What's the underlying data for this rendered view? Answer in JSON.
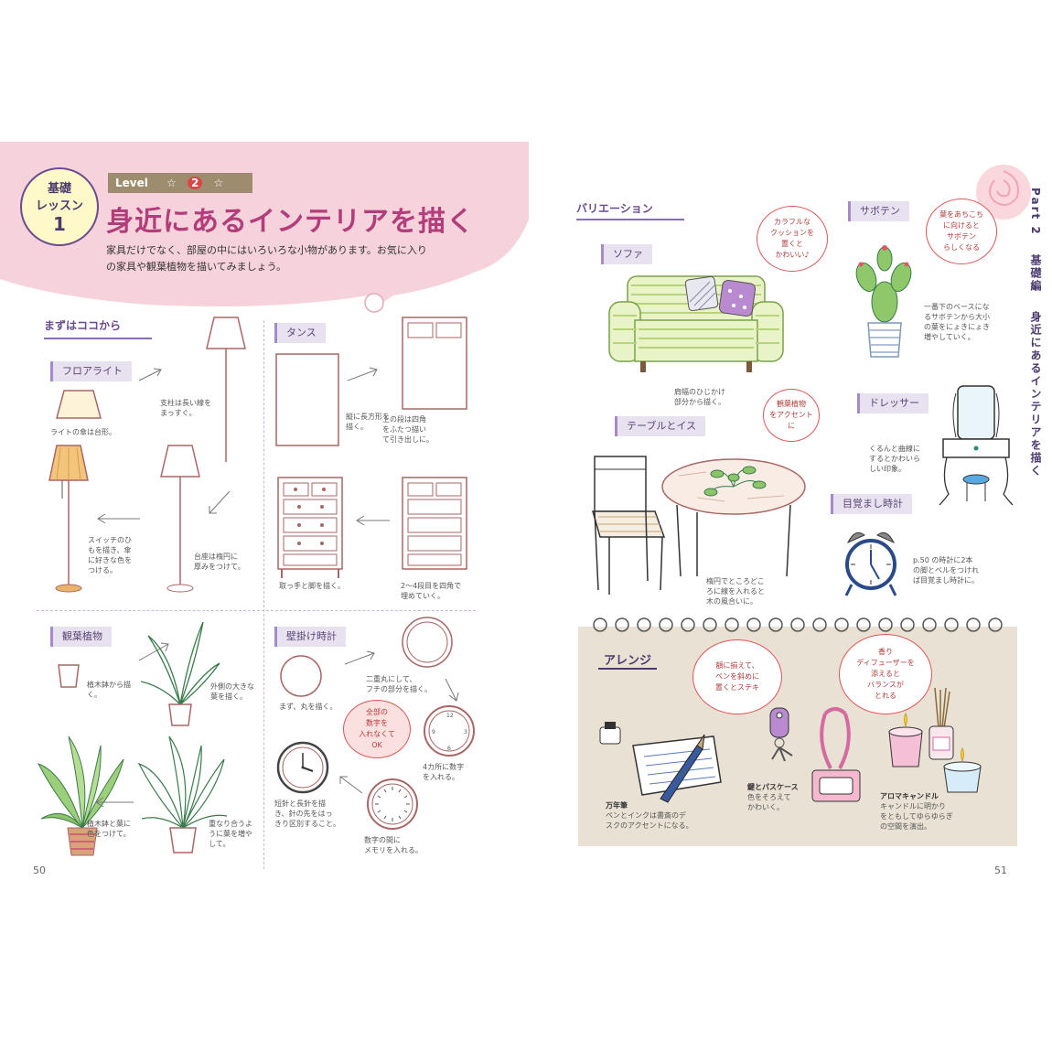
{
  "left": {
    "badge": {
      "line1": "基礎",
      "line2": "レッスン",
      "num": "1"
    },
    "level": {
      "label": "Level",
      "stars": [
        "☆",
        "2",
        "☆"
      ]
    },
    "title": "身近にあるインテリアを描く",
    "intro1": "家具だけでなく、部屋の中にはいろいろな小物があります。お気に入り",
    "intro2": "の家具や観葉植物を描いてみましょう。",
    "start_tag": "まずはココから",
    "floorlight": {
      "label": "フロアライト",
      "n1": "ライトの傘は台形。",
      "n2a": "支柱は長い線を",
      "n2b": "まっすぐ。",
      "n3a": "台座は楕円に",
      "n3b": "厚みをつけて。",
      "n4a": "スイッチのひ",
      "n4b": "もを描き、傘",
      "n4c": "に好きな色を",
      "n4d": "つける。"
    },
    "tansu": {
      "label": "タンス",
      "n1a": "縦に長方形を",
      "n1b": "描く。",
      "n2a": "上の段は四角",
      "n2b": "をふたつ描い",
      "n2c": "て引き出しに。",
      "n3a": "2〜4段目を四角で",
      "n3b": "埋めていく。",
      "n4": "取っ手と脚を描く。"
    },
    "plant": {
      "label": "観葉植物",
      "n1a": "植木鉢から描",
      "n1b": "く。",
      "n2a": "外側の大きな",
      "n2b": "葉を描く。",
      "n3a": "植木鉢と葉に",
      "n3b": "色をつけて。",
      "n4a": "重なり合うよ",
      "n4b": "うに葉を増や",
      "n4c": "して。"
    },
    "clock": {
      "label": "壁掛け時計",
      "n1": "まず、丸を描く。",
      "n2a": "二重丸にして、",
      "n2b": "フチの部分を描く。",
      "n3a": "4カ所に数字",
      "n3b": "を入れる。",
      "n4a": "数字の間に",
      "n4b": "メモリを入れる。",
      "n5a": "短針と長針を描",
      "n5b": "き、針の先をはっ",
      "n5c": "きり区別すること。",
      "bubble": [
        "全部の",
        "数字を",
        "入れなくて",
        "OK"
      ]
    },
    "page_num": "50"
  },
  "right": {
    "variation_tag": "バリエーション",
    "sofa": {
      "label": "ソファ",
      "n1a": "肩幅のひじかけ",
      "n1b": "部分から描く。",
      "bubble": [
        "カラフルな",
        "クッションを",
        "置くと",
        "かわいい♪"
      ]
    },
    "cactus": {
      "label": "サボテン",
      "n1a": "一番下のベースにな",
      "n1b": "るサボテンから大小",
      "n1c": "の葉をにょきにょき",
      "n1d": "増やしていく。",
      "bubble": [
        "葉をあちこち",
        "に向けると",
        "サボテン",
        "らしくなる"
      ]
    },
    "table": {
      "label": "テーブルとイス",
      "n1a": "楕円でところどこ",
      "n1b": "ろに線を入れると",
      "n1c": "木の風合いに。",
      "bubble": [
        "観葉植物",
        "をアクセント",
        "に"
      ]
    },
    "dresser": {
      "label": "ドレッサー",
      "n1a": "くるんと曲線に",
      "n1b": "するとかわいら",
      "n1c": "しい印象。"
    },
    "alarm": {
      "label": "目覚まし時計",
      "n1a": "p.50 の時計に2本",
      "n1b": "の脚とベルをつけれ",
      "n1c": "ば目覚まし時計に。"
    },
    "arrange": {
      "tag": "アレンジ",
      "bubble1": [
        "額に揃えて、",
        "ペンを斜めに",
        "置くとステキ"
      ],
      "bubble2": [
        "香り",
        "ディフューザーを",
        "添えると",
        "バランスが",
        "とれる"
      ],
      "pen_title": "万年筆",
      "pen_a": "ペンとインクは書斎のデ",
      "pen_b": "スクのアクセントになる。",
      "key_title": "鍵とパスケース",
      "key_a": "色をそろえて",
      "key_b": "かわいく。",
      "candle_title": "アロマキャンドル",
      "candle_a": "キャンドルに明かり",
      "candle_b": "をともしてゆらゆらぎ",
      "candle_c": "の空間を演出。"
    },
    "side": {
      "part": "Part 2",
      "kiso": "基礎編",
      "title": "身近にあるインテリアを描く"
    },
    "page_num": "51"
  }
}
